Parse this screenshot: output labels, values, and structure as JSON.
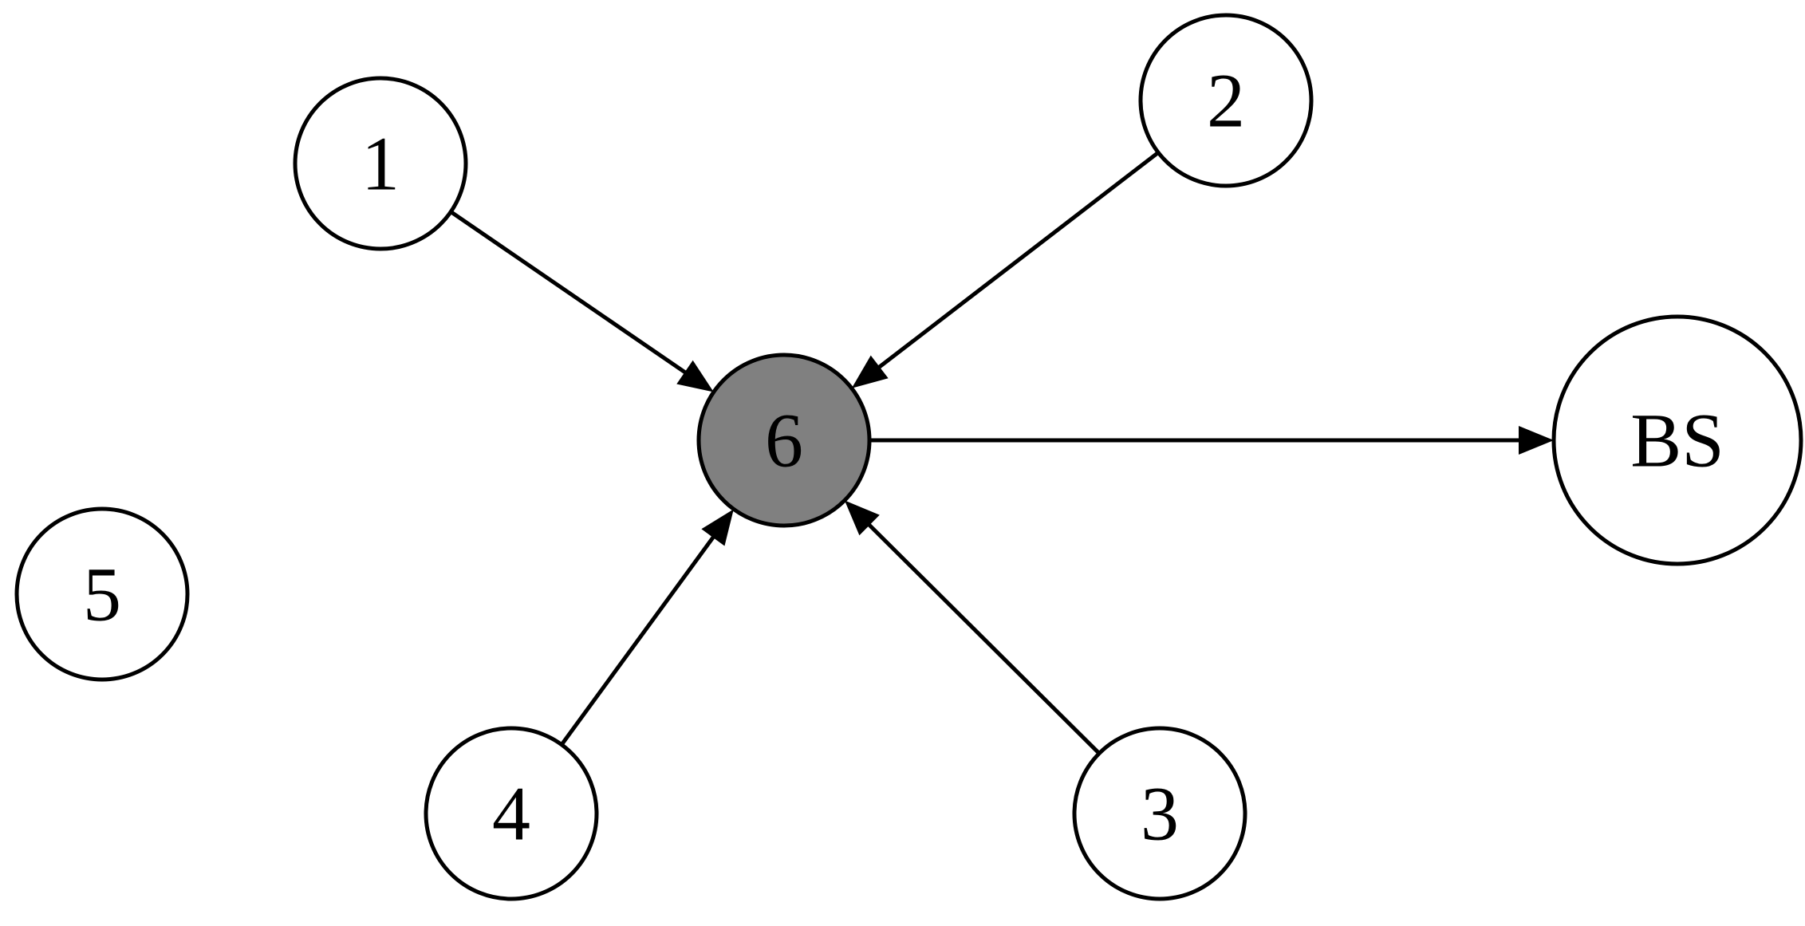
{
  "diagram": {
    "nodes": [
      {
        "id": "1",
        "label": "1",
        "fill": "#ffffff",
        "highlighted": false
      },
      {
        "id": "2",
        "label": "2",
        "fill": "#ffffff",
        "highlighted": false
      },
      {
        "id": "3",
        "label": "3",
        "fill": "#ffffff",
        "highlighted": false
      },
      {
        "id": "4",
        "label": "4",
        "fill": "#ffffff",
        "highlighted": false
      },
      {
        "id": "5",
        "label": "5",
        "fill": "#ffffff",
        "highlighted": false
      },
      {
        "id": "6",
        "label": "6",
        "fill": "#808080",
        "highlighted": true
      },
      {
        "id": "BS",
        "label": "BS",
        "fill": "#ffffff",
        "highlighted": false
      }
    ],
    "edges": [
      {
        "from": "1",
        "to": "6"
      },
      {
        "from": "2",
        "to": "6"
      },
      {
        "from": "4",
        "to": "6"
      },
      {
        "from": "3",
        "to": "6"
      },
      {
        "from": "6",
        "to": "BS"
      }
    ],
    "colors": {
      "stroke": "#000000",
      "highlight": "#808080",
      "background": "#ffffff"
    }
  }
}
